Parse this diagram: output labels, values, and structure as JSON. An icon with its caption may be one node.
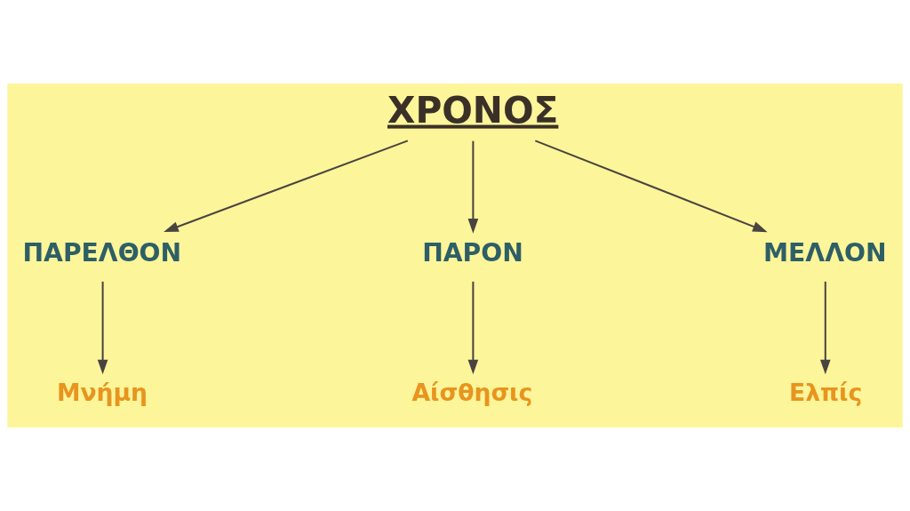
{
  "diagram": {
    "nodes": [
      {
        "text": [
          "ΧΡΟΝΟΣ"
        ]
      },
      {
        "text": [
          "ΠΑΡΕΛΘΟΝ"
        ]
      },
      {
        "text": [
          "ΠΑΡΟΝ"
        ]
      },
      {
        "text": [
          "ΜΕΛΛΟΝ"
        ]
      },
      {
        "text": [
          "Μνήμη"
        ]
      },
      {
        "text": [
          "Αίσθησις"
        ]
      },
      {
        "text": [
          "Ελπίς"
        ]
      }
    ],
    "edges": [
      {
        "from": 0,
        "to": 1,
        "arrow": "to"
      },
      {
        "from": 0,
        "to": 2,
        "arrow": "to"
      },
      {
        "from": 0,
        "to": 3,
        "arrow": "to"
      },
      {
        "from": 1,
        "to": 4,
        "arrow": "to"
      },
      {
        "from": 2,
        "to": 5,
        "arrow": "to"
      },
      {
        "from": 3,
        "to": 6,
        "arrow": "to"
      }
    ]
  }
}
